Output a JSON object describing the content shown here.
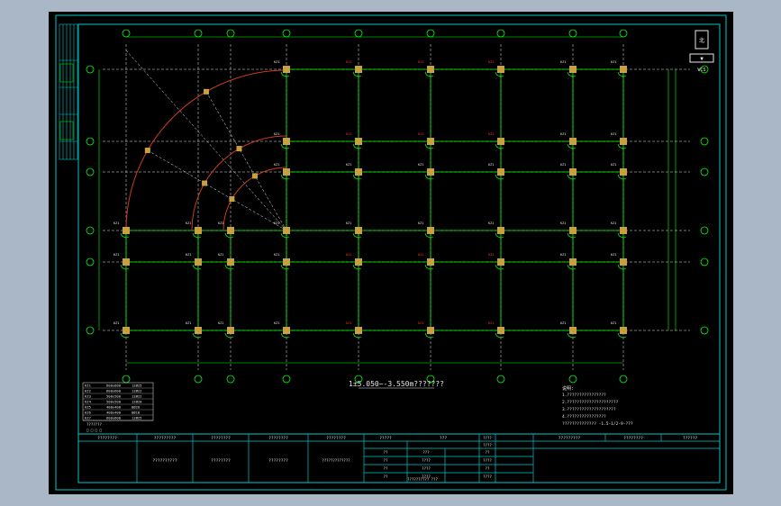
{
  "drawing": {
    "floor_title": "1±5.050~-3.550m???????",
    "nav_cube": {
      "top_label": "北",
      "bottom_label": "WCS",
      "icon": "nav-cube-icon",
      "compass_icon": "compass-icon"
    },
    "colors": {
      "background": "#000000",
      "frame": "#00c8c8",
      "grid_line": "#00ff00",
      "axis_dash": "#e8e8e8",
      "column": "#c8a040",
      "curve": "#c83c1e",
      "label_red": "#ff3030",
      "label_white": "#e8e8e8"
    },
    "column_tag": "KZ1",
    "notes": {
      "heading": "说明:",
      "lines": [
        "1.????????????????",
        "2.?????????????????????",
        "3.????????????????????",
        "4.????????????????",
        "?????????????? -1.5-1/2-9-???"
      ]
    },
    "schedule": {
      "rows": [
        [
          "KZ1",
          "600x600",
          "12Ø25"
        ],
        [
          "KZ2",
          "600x600",
          "12Ø22"
        ],
        [
          "KZ3",
          "500x500",
          "12Ø22"
        ],
        [
          "KZ4",
          "500x500",
          "12Ø20"
        ],
        [
          "KZ5",
          "400x400",
          "8Ø20"
        ],
        [
          "KZ6",
          "400x400",
          "8Ø18"
        ],
        [
          "KZ7",
          "600x600",
          "12Ø25"
        ]
      ],
      "footer": [
        "???????",
        "□ □ □ □"
      ]
    },
    "title_block": {
      "left_col": [
        "????????",
        "?????????"
      ],
      "col2": [
        "?????????",
        "??????????"
      ],
      "col3": [
        "????????",
        "????????"
      ],
      "col4": [
        "????????",
        "????????"
      ],
      "center_top": "????????",
      "sheet_name": "????????",
      "project": "?????????????",
      "table_header": [
        "?????",
        "???"
      ],
      "table_rows": [
        [
          "??",
          "???"
        ],
        [
          "??",
          "????"
        ],
        [
          "??",
          "????"
        ],
        [
          "??",
          "????"
        ]
      ],
      "bottom_text": "?????????? ???",
      "right_cells": [
        "????",
        "????",
        "??",
        "????",
        "??",
        "????"
      ],
      "right_titles": [
        "?????????",
        "????????",
        "??????"
      ]
    }
  }
}
